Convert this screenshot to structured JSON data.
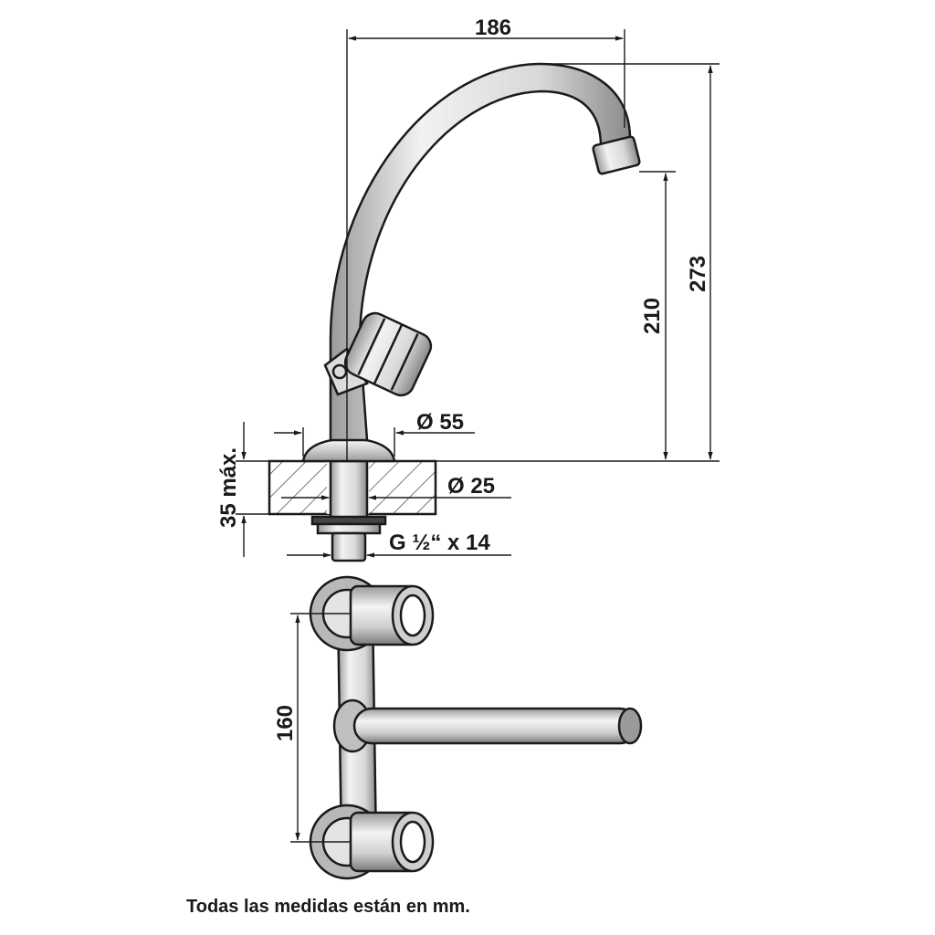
{
  "dimensions": {
    "width_total": "186",
    "height_total": "273",
    "spout_height": "210",
    "base_diameter": "Ø 55",
    "shank_diameter": "Ø 25",
    "thread": "G ½“ x 14",
    "counter_thickness": "35 máx.",
    "wall_spacing": "160"
  },
  "note": "Todas las medidas están en mm.",
  "colors": {
    "line": "#1a1a1a",
    "metal_light": "#e6e6e6",
    "metal_mid": "#bdbdbd",
    "metal_dark": "#8c8c8c"
  }
}
